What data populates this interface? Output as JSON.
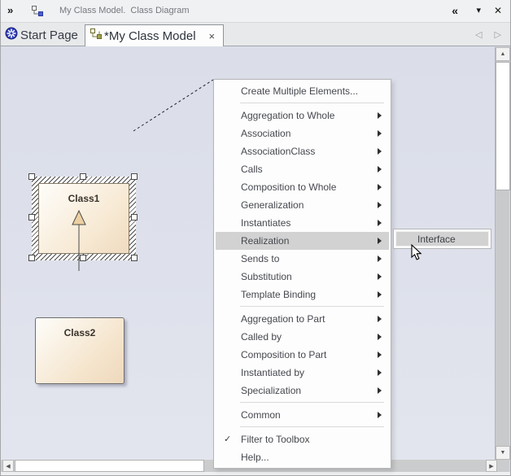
{
  "titlebar": {
    "overflow_icon": "»",
    "title": "My Class Model.  Class Diagram",
    "collapse_icon": "«",
    "dropdown_icon": "▾",
    "close_icon": "✕"
  },
  "tab_bar": {
    "tabs": [
      {
        "label": "Start Page",
        "icon": "start-page-icon",
        "active": false
      },
      {
        "label": "*My Class Model",
        "icon": "class-diagram-icon",
        "active": true,
        "close_icon": "×"
      }
    ],
    "nav_icons": "◁ ▷"
  },
  "diagram": {
    "classes": [
      {
        "name": "Class1",
        "selected": true
      },
      {
        "name": "Class2",
        "selected": false
      }
    ],
    "relationship": "generalization-from-class2-to-class1"
  },
  "context_menu": {
    "items": [
      {
        "label": "Create Multiple Elements..."
      },
      {
        "type": "separator"
      },
      {
        "label": "Aggregation to Whole",
        "submenu": true
      },
      {
        "label": "Association",
        "submenu": true
      },
      {
        "label": "AssociationClass",
        "submenu": true
      },
      {
        "label": "Calls",
        "submenu": true
      },
      {
        "label": "Composition to Whole",
        "submenu": true
      },
      {
        "label": "Generalization",
        "submenu": true
      },
      {
        "label": "Instantiates",
        "submenu": true
      },
      {
        "label": "Realization",
        "submenu": true,
        "highlighted": true
      },
      {
        "label": "Sends to",
        "submenu": true
      },
      {
        "label": "Substitution",
        "submenu": true
      },
      {
        "label": "Template Binding",
        "submenu": true
      },
      {
        "type": "separator"
      },
      {
        "label": "Aggregation to Part",
        "submenu": true
      },
      {
        "label": "Called by",
        "submenu": true
      },
      {
        "label": "Composition to Part",
        "submenu": true
      },
      {
        "label": "Instantiated by",
        "submenu": true
      },
      {
        "label": "Specialization",
        "submenu": true
      },
      {
        "type": "separator"
      },
      {
        "label": "Common",
        "submenu": true
      },
      {
        "type": "separator"
      },
      {
        "label": "Filter to Toolbox",
        "checked": true,
        "check_icon": "✓"
      },
      {
        "label": "Help..."
      }
    ]
  },
  "submenu": {
    "items": [
      {
        "label": "Interface",
        "highlighted": true
      }
    ]
  },
  "scrollbars": {
    "up_icon": "▲",
    "down_icon": "▼",
    "left_icon": "◀",
    "right_icon": "▶"
  },
  "colors": {
    "canvas": "#dee1eb",
    "menu_highlight": "#d2d2d2",
    "class_fill_top": "#fefdfa",
    "class_fill_bottom": "#efdabf",
    "generalization_arrow_fill": "#ecd0a2",
    "start_page_icon_blue": "#2f3db8",
    "tab_diagram_icon_olive": "#7c7c35",
    "titlebar_diagram_icon_blue": "#4a5fd0"
  }
}
